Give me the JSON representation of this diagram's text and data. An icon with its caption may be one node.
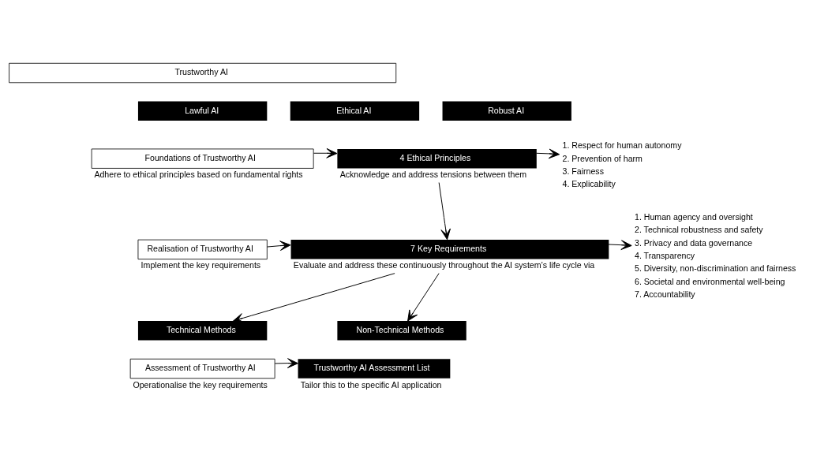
{
  "diagram": {
    "nodes": [
      {
        "text": [
          "Trustworthy AI"
        ]
      },
      {
        "text": [
          "Lawful AI"
        ]
      },
      {
        "text": [
          "Ethical AI"
        ]
      },
      {
        "text": [
          "Robust AI"
        ]
      },
      {
        "text": [
          "Foundations of Trustworthy AI"
        ],
        "beside": [
          "Adhere to ethical principles based on fundamental rights"
        ]
      },
      {
        "text": [
          "4 Ethical Principles"
        ],
        "beside": [
          "Acknowledge and address tensions between them"
        ]
      },
      {
        "text": [
          "1. Respect for human autonomy",
          "2. Prevention of harm",
          "3. Fairness",
          "4. Explicability"
        ]
      },
      {
        "text": [
          "Realisation of Trustworthy AI"
        ],
        "beside": [
          "Implement the key requirements"
        ]
      },
      {
        "text": [
          "7 Key Requirements"
        ],
        "beside": [
          "Evaluate and address these continuously throughout the AI system’s life cycle via"
        ]
      },
      {
        "text": [
          "1. Human agency and oversight",
          "2. Technical robustness and safety",
          "3. Privacy and data governance",
          "4. Transparency",
          "5. Diversity, non-discrimination and fairness",
          "6. Societal and environmental well-being",
          "7. Accountability"
        ]
      },
      {
        "text": [
          "Technical Methods"
        ]
      },
      {
        "text": [
          "Non-Technical Methods"
        ]
      },
      {
        "text": [
          "Assessment of Trustworthy AI"
        ],
        "beside": [
          "Operationalise the key requirements"
        ]
      },
      {
        "text": [
          "Trustworthy AI Assessment List"
        ],
        "beside": [
          "Tailor this to the specific AI application"
        ]
      }
    ],
    "edges": [
      {
        "from": 4,
        "to": 5,
        "arrow": "to"
      },
      {
        "from": 5,
        "to": 6,
        "arrow": "to"
      },
      {
        "from": 5,
        "to": 8,
        "arrow": "to"
      },
      {
        "from": 7,
        "to": 8,
        "arrow": "to"
      },
      {
        "from": 8,
        "to": 9,
        "arrow": "to"
      },
      {
        "from": 8,
        "to": 10,
        "arrow": "to"
      },
      {
        "from": 8,
        "to": 11,
        "arrow": "to"
      },
      {
        "from": 12,
        "to": 13,
        "arrow": "to"
      }
    ]
  }
}
